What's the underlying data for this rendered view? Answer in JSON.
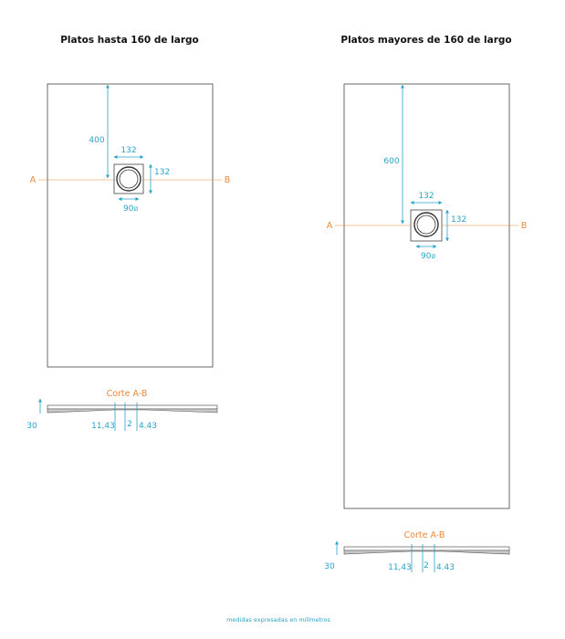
{
  "colors": {
    "dimension": "#29a3c9",
    "section": "#e8893a",
    "outline": "#444444"
  },
  "left": {
    "title": "Platos hasta 160 de largo",
    "dim_top": "400",
    "dim_width": "132",
    "dim_height": "132",
    "dim_drain": "90",
    "dim_drain_unit": "Ø",
    "label_a": "A",
    "label_b": "B",
    "section_title": "Corte A-B",
    "section_dims": {
      "height": "30",
      "d1": "11,43",
      "d2": "2",
      "d3": "4.43"
    }
  },
  "right": {
    "title": "Platos mayores de 160 de largo",
    "dim_top": "600",
    "dim_width": "132",
    "dim_height": "132",
    "dim_drain": "90",
    "dim_drain_unit": "Ø",
    "label_a": "A",
    "label_b": "B",
    "section_title": "Corte A-B",
    "section_dims": {
      "height": "30",
      "d1": "11,43",
      "d2": "2",
      "d3": "4.43"
    }
  },
  "footer": "medidas expresadas en milímetros"
}
